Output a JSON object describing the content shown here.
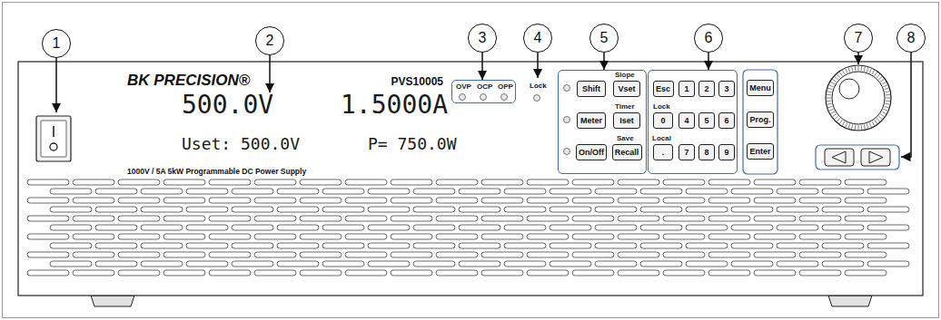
{
  "diagram": {
    "nodes": [
      {
        "text": [
          "1"
        ]
      },
      {
        "text": [
          "2"
        ]
      },
      {
        "text": [
          "3"
        ]
      },
      {
        "text": [
          "4"
        ]
      },
      {
        "text": [
          "5"
        ]
      },
      {
        "text": [
          "6"
        ]
      },
      {
        "text": [
          "7"
        ]
      },
      {
        "text": [
          "8"
        ]
      },
      {
        "text": [
          "500.0V",
          "1.5000A",
          "Uset: 500.0V",
          "P= 750.0W"
        ]
      },
      {
        "text": [
          "OVP",
          "OCP",
          "OPP"
        ]
      },
      {
        "text": [
          "Slope",
          "Timer",
          "Save"
        ]
      },
      {
        "text": [
          "Shift"
        ],
        "in": 10
      },
      {
        "text": [
          "Vset"
        ],
        "in": 10
      },
      {
        "text": [
          "Meter"
        ],
        "in": 10
      },
      {
        "text": [
          "Iset"
        ],
        "in": 10
      },
      {
        "text": [
          "On/Off"
        ],
        "in": 10
      },
      {
        "text": [
          "Recall"
        ],
        "in": 10
      },
      {
        "text": [
          "Lock",
          "Local"
        ]
      },
      {
        "text": [
          "Esc"
        ],
        "in": 17
      },
      {
        "text": [
          "1"
        ],
        "in": 17
      },
      {
        "text": [
          "2"
        ],
        "in": 17
      },
      {
        "text": [
          "3"
        ],
        "in": 17
      },
      {
        "text": [
          "0"
        ],
        "in": 17
      },
      {
        "text": [
          "4"
        ],
        "in": 17
      },
      {
        "text": [
          "5"
        ],
        "in": 17
      },
      {
        "text": [
          "6"
        ],
        "in": 17
      },
      {
        "text": [
          "."
        ],
        "in": 17
      },
      {
        "text": [
          "7"
        ],
        "in": 17
      },
      {
        "text": [
          "8"
        ],
        "in": 17
      },
      {
        "text": [
          "9"
        ],
        "in": 17
      },
      {
        "text": [
          "Menu"
        ]
      },
      {
        "text": [
          "Prog."
        ]
      },
      {
        "text": [
          "Enter"
        ]
      }
    ],
    "edges": [
      {
        "from": 1,
        "to": 8,
        "arrow": "to"
      },
      {
        "from": 2,
        "to": 9,
        "arrow": "to"
      },
      {
        "from": 4,
        "to": 10,
        "arrow": "to"
      },
      {
        "from": 5,
        "to": 17,
        "arrow": "to"
      }
    ],
    "labels": [
      "BK PRECISION®",
      "PVS10005",
      "1000V / 5A 5kW Programmable DC Power Supply",
      "Lock"
    ]
  }
}
